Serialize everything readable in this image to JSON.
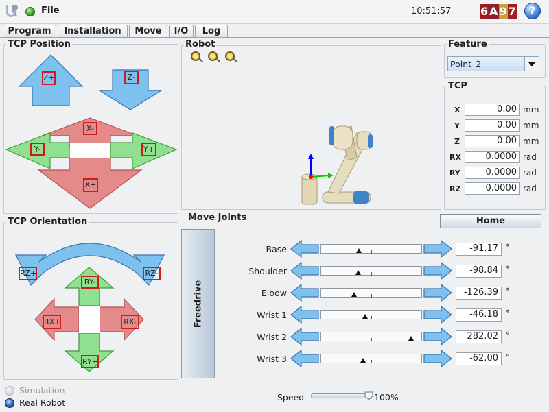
{
  "topbar": {
    "file_label": "File",
    "time": "10:51:57",
    "serial": [
      {
        "text": "6",
        "bg": "#a01d1d"
      },
      {
        "text": "A",
        "bg": "#8a2030"
      },
      {
        "text": "9",
        "bg": "#c4a43a"
      },
      {
        "text": "7",
        "bg": "#9f1f1f"
      }
    ],
    "help_label": "?"
  },
  "tabs": [
    {
      "label": "Program",
      "active": false
    },
    {
      "label": "Installation",
      "active": false
    },
    {
      "label": "Move",
      "active": true
    },
    {
      "label": "I/O",
      "active": false
    },
    {
      "label": "Log",
      "active": false
    }
  ],
  "tcp_position": {
    "title": "TCP Position",
    "buttons": {
      "z_plus": "Z+",
      "z_minus": "Z-",
      "x_minus": "X-",
      "x_plus": "X+",
      "y_minus": "Y-",
      "y_plus": "Y+"
    }
  },
  "robot": {
    "title": "Robot"
  },
  "tcp_orientation": {
    "title": "TCP Orientation",
    "buttons": {
      "rz_plus": "RZ+",
      "rz_minus": "RZ-",
      "ry_minus": "RY-",
      "ry_plus": "RY+",
      "rx_plus": "RX+",
      "rx_minus": "RX-"
    }
  },
  "feature": {
    "title": "Feature",
    "selected": "Point_2"
  },
  "tcp": {
    "title": "TCP",
    "rows": [
      {
        "label": "X",
        "value": "0.00",
        "unit": "mm"
      },
      {
        "label": "Y",
        "value": "0.00",
        "unit": "mm"
      },
      {
        "label": "Z",
        "value": "0.00",
        "unit": "mm"
      },
      {
        "label": "RX",
        "value": "0.0000",
        "unit": "rad"
      },
      {
        "label": "RY",
        "value": "0.0000",
        "unit": "rad"
      },
      {
        "label": "RZ",
        "value": "0.0000",
        "unit": "rad"
      }
    ]
  },
  "move_joints": {
    "title": "Move Joints",
    "home_label": "Home",
    "freedrive_label": "Freedrive",
    "joints": [
      {
        "label": "Base",
        "value": "-91.17",
        "unit": "°",
        "position": 0.38
      },
      {
        "label": "Shoulder",
        "value": "-98.84",
        "unit": "°",
        "position": 0.37
      },
      {
        "label": "Elbow",
        "value": "-126.39",
        "unit": "°",
        "position": 0.33
      },
      {
        "label": "Wrist 1",
        "value": "-46.18",
        "unit": "°",
        "position": 0.44
      },
      {
        "label": "Wrist 2",
        "value": "282.02",
        "unit": "°",
        "position": 0.89
      },
      {
        "label": "Wrist 3",
        "value": "-62.00",
        "unit": "°",
        "position": 0.42
      }
    ]
  },
  "bottom": {
    "simulation_label": "Simulation",
    "real_robot_label": "Real Robot",
    "speed_label": "Speed",
    "speed_value": "100%"
  },
  "colors": {
    "blue_arrow": "#7ec0ee",
    "red_arrow": "#e48a8a",
    "green_arrow": "#8fe08f",
    "label_border": "#d11a1a"
  }
}
